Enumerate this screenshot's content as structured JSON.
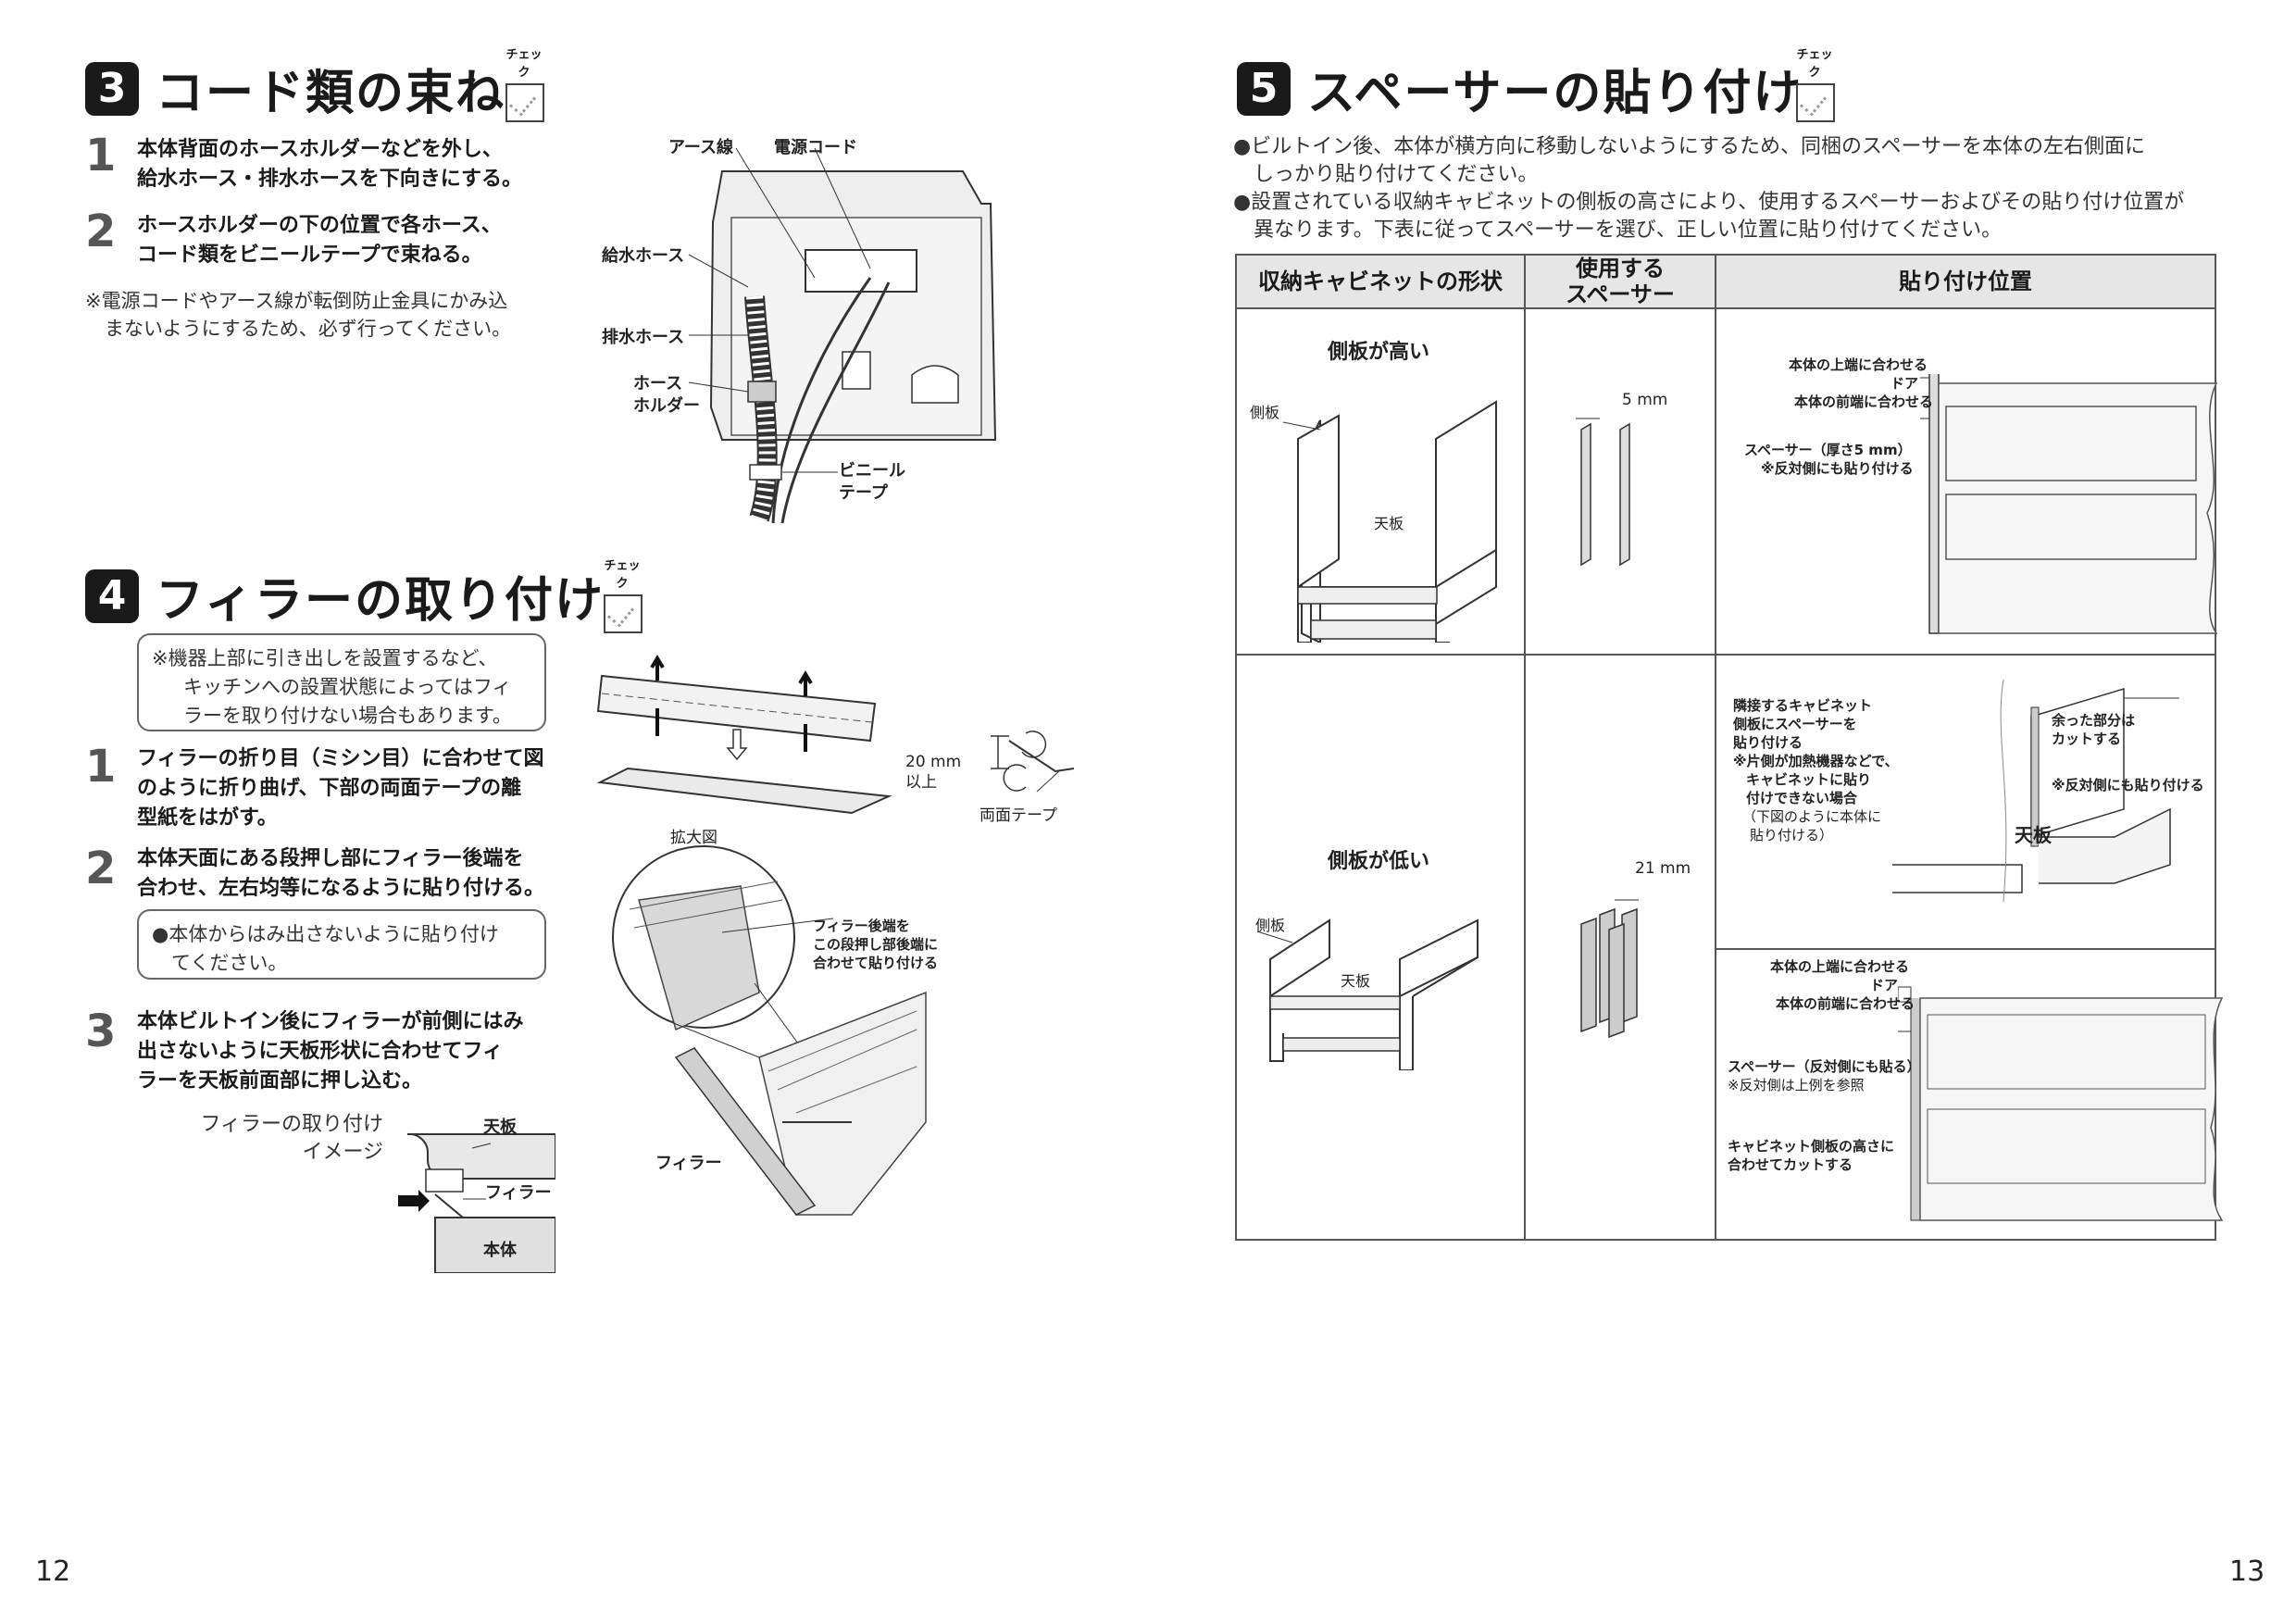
{
  "sec3": {
    "num": "3",
    "title": "コード類の束ね",
    "check": "チェック",
    "step1_n": "1",
    "step1": [
      "本体背面のホースホルダーなどを外し、",
      "給水ホース・排水ホースを下向きにする。"
    ],
    "step2_n": "2",
    "step2": [
      "ホースホルダーの下の位置で各ホース、",
      "コード類をビニールテープで束ねる。"
    ],
    "note": [
      "※電源コードやアース線が転倒防止金具にかみ込",
      "　まないようにするため、必ず行ってください。"
    ],
    "fig": {
      "earth": "アース線",
      "power": "電源コード",
      "supply": "給水ホース",
      "drain": "排水ホース",
      "holder1": "ホース",
      "holder2": "ホルダー",
      "tape1": "ビニール",
      "tape2": "テープ"
    }
  },
  "sec4": {
    "num": "4",
    "title": "フィラーの取り付け",
    "check": "チェック",
    "box1": [
      "※機器上部に引き出しを設置するなど、",
      "キッチンへの設置状態によってはフィ",
      "ラーを取り付けない場合もあります。"
    ],
    "step1_n": "1",
    "step1": [
      "フィラーの折り目（ミシン目）に合わせて図",
      "のように折り曲げ、下部の両面テープの離",
      "型紙をはがす。"
    ],
    "step2_n": "2",
    "step2": [
      "本体天面にある段押し部にフィラー後端を",
      "合わせ、左右均等になるように貼り付ける。"
    ],
    "box2": [
      "●本体からはみ出さないように貼り付け",
      "　てください。"
    ],
    "step3_n": "3",
    "step3": [
      "本体ビルトイン後にフィラーが前側にはみ",
      "出さないように天板形状に合わせてフィ",
      "ラーを天板前面部に押し込む。"
    ],
    "img_label": [
      "フィラーの取り付け",
      "イメージ"
    ],
    "fig": {
      "mm20a": "20 mm",
      "mm20b": "以上",
      "tape": "両面テープ",
      "zoom": "拡大図",
      "rear1": "フィラー後端を",
      "rear2": "この段押し部後端に",
      "rear3": "合わせて貼り付ける",
      "filler": "フィラー",
      "top": "天板",
      "filler2": "フィラー",
      "body": "本体"
    }
  },
  "sec5": {
    "num": "5",
    "title": "スペーサーの貼り付け",
    "check": "チェック",
    "bullets": [
      [
        "●ビルトイン後、本体が横方向に移動しないようにするため、同梱のスペーサーを本体の左右側面に",
        "　しっかり貼り付けてください。"
      ],
      [
        "●設置されている収納キャビネットの側板の高さにより、使用するスペーサーおよびその貼り付け位置が",
        "　異なります。下表に従ってスペーサーを選び、正しい位置に貼り付けてください。"
      ]
    ],
    "table": {
      "h1": "収納キャビネットの形状",
      "h2a": "使用する",
      "h2b": "スペーサー",
      "h3": "貼り付け位置",
      "row1": {
        "shape": "側板が高い",
        "side": "側板",
        "top": "天板",
        "spacer": "5 mm",
        "pos": [
          "本体の上端に合わせる",
          "ドア",
          "本体の前端に合わせる",
          "スペーサー（厚さ5 mm）",
          "※反対側にも貼り付ける"
        ]
      },
      "row2": {
        "shape": "側板が低い",
        "side": "側板",
        "top": "天板",
        "spacer": "21 mm",
        "posA": [
          "隣接するキャビネット",
          "側板にスペーサーを",
          "貼り付ける",
          "※片側が加熱機器などで、",
          "キャビネットに貼り",
          "付けできない場合",
          "（下図のように本体に",
          "貼り付ける）",
          "余った部分は",
          "カットする",
          "※反対側にも貼り付ける",
          "天板"
        ],
        "posB": [
          "本体の上端に合わせる",
          "ドア",
          "本体の前端に合わせる",
          "スペーサー（反対側にも貼る）",
          "※反対側は上例を参照",
          "キャビネット側板の高さに",
          "合わせてカットする"
        ]
      }
    }
  },
  "page_left": "12",
  "page_right": "13"
}
